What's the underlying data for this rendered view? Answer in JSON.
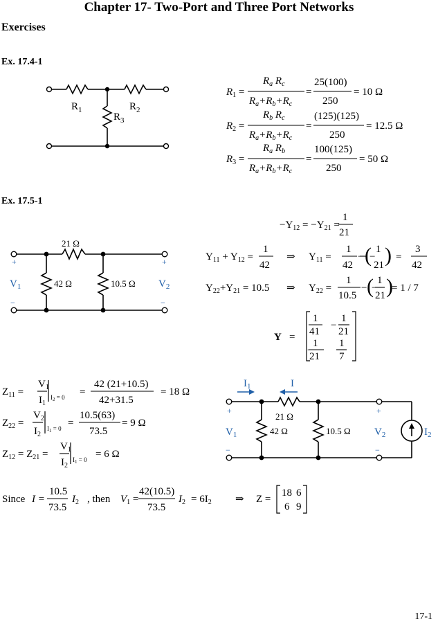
{
  "document": {
    "title": "Chapter 17- Two-Port and Three Port Networks",
    "section": "Exercises",
    "page_number": "17-1"
  },
  "ex1": {
    "label": "Ex. 17.4-1",
    "r1_label": "R",
    "r1_sub": "1",
    "r2_label": "R",
    "r2_sub": "2",
    "r3_label": "R",
    "r3_sub": "3",
    "eq1_result": "= 10 Ω",
    "eq1_num_value": "25(100)",
    "eq1_den_value": "250",
    "eq2_result": "= 12.5 Ω",
    "eq2_num_value": "(125)(125)",
    "eq2_den_value": "250",
    "eq3_result": "= 50 Ω",
    "eq3_num_value": "100(125)",
    "eq3_den_value": "250"
  },
  "ex2": {
    "label": "Ex. 17.5-1",
    "r_top": "21 Ω",
    "r_left": "42 Ω",
    "r_right": "10.5 Ω",
    "v1": "V",
    "v1_sub": "1",
    "v2": "V",
    "v2_sub": "2",
    "plus": "+",
    "minus": "−",
    "y12_line": "−Y",
    "y12_frac_num": "1",
    "y12_frac_den": "21",
    "eqA_rhs_num": "1",
    "eqA_rhs_den": "42",
    "eqA_res_num": "3",
    "eqA_res_den": "42",
    "eqB_rhs": "= 10.5",
    "eqB_frac_num": "1",
    "eqB_frac_den": "10.5",
    "eqB_res": "= 1 / 7",
    "matrix_label": "Y",
    "matrix": [
      [
        "1",
        "41",
        "−",
        "1",
        "21"
      ],
      [
        "−",
        "1",
        "21",
        "1",
        "7"
      ]
    ]
  },
  "zpart": {
    "z11_value": "42 (21+10.5)",
    "z11_den": "42+31.5",
    "z11_result": "= 18 Ω",
    "z22_num": "10.5(63)",
    "z22_den": "73.5",
    "z22_result": "= 9 Ω",
    "z12_result": "= 6 Ω",
    "circuit_r_top": "21 Ω",
    "circuit_r_left": "42 Ω",
    "circuit_r_right": "10.5 Ω",
    "i1_label": "I",
    "i1_sub": "1",
    "i_label": "I",
    "i2_label": "I",
    "i2_sub": "2"
  },
  "since": {
    "since_word": "Since",
    "then_word": ", then",
    "frac1_num": "10.5",
    "frac1_den": "73.5",
    "frac2_num": "42(10.5)",
    "frac2_den": "73.5",
    "result": "= 6I",
    "zlabel": "Z =",
    "zmatrix": [
      [
        "18",
        "6"
      ],
      [
        "6",
        "9"
      ]
    ]
  }
}
